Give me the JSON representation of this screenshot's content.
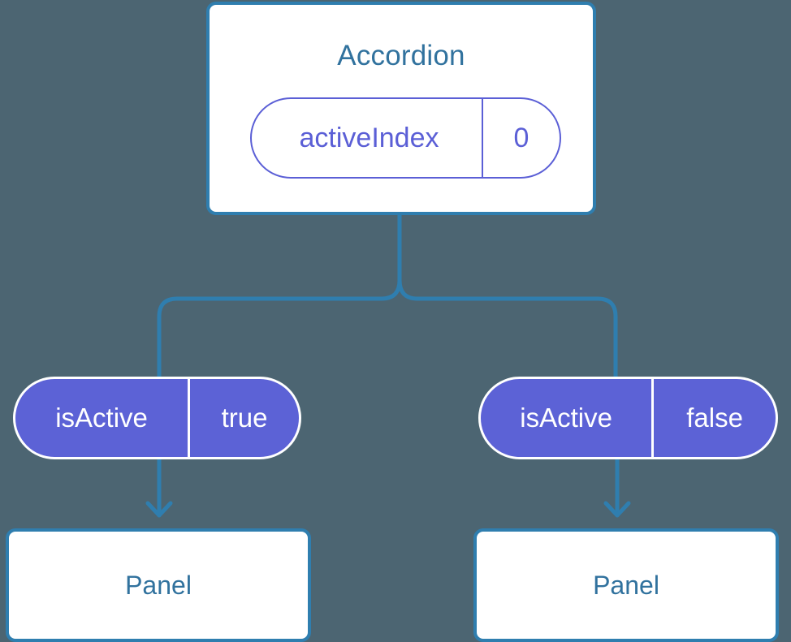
{
  "diagram": {
    "background_color": "#4c6572",
    "accent_blue": "#2f7eaf",
    "accent_purple": "#5c62d6",
    "root": {
      "title": "Accordion",
      "state_pill": {
        "key": "activeIndex",
        "value": "0"
      }
    },
    "branches": [
      {
        "pill": {
          "key": "isActive",
          "value": "true"
        },
        "child": {
          "title": "Panel"
        }
      },
      {
        "pill": {
          "key": "isActive",
          "value": "false"
        },
        "child": {
          "title": "Panel"
        }
      }
    ]
  }
}
